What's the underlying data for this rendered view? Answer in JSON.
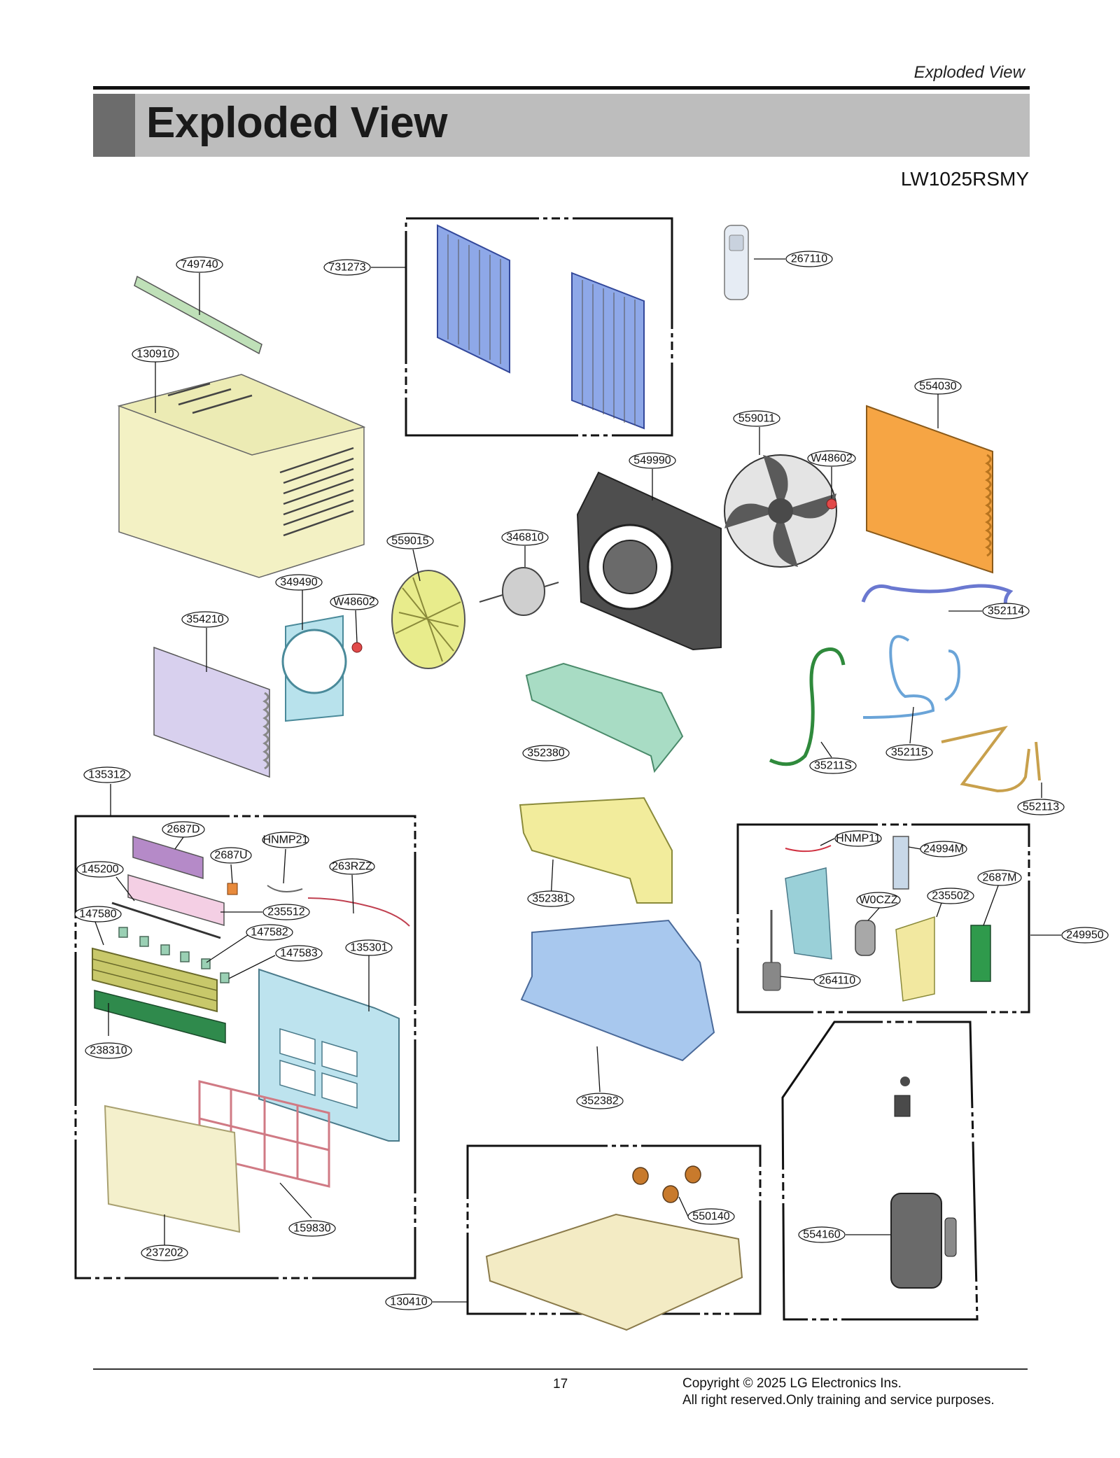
{
  "header": {
    "section_label": "Exploded View",
    "title": "Exploded View",
    "model": "LW1025RSMY"
  },
  "parts": [
    {
      "id": "749740",
      "color": "#bfe0b8"
    },
    {
      "id": "731273",
      "color": "#6f8fd6"
    },
    {
      "id": "267110",
      "color": "#e6ecf4"
    },
    {
      "id": "130910",
      "color": "#f3f1c4"
    },
    {
      "id": "554030",
      "color": "#f6a544"
    },
    {
      "id": "559011",
      "color": "#5a5a5a"
    },
    {
      "id": "W48602",
      "color": "#e14a4a"
    },
    {
      "id": "549990",
      "color": "#4a4a4a"
    },
    {
      "id": "559015",
      "color": "#e8ec8c"
    },
    {
      "id": "346810",
      "color": "#c8c8c8"
    },
    {
      "id": "349490",
      "color": "#9fd4e0"
    },
    {
      "id": "354210",
      "color": "#d8d0ee"
    },
    {
      "id": "352114",
      "color": "#8a95e0"
    },
    {
      "id": "352380",
      "color": "#a8dcc4"
    },
    {
      "id": "35211S",
      "color": "#3c9a4c"
    },
    {
      "id": "352115",
      "color": "#7cb4e4"
    },
    {
      "id": "552113",
      "color": "#e6c474"
    },
    {
      "id": "135312",
      "color": ""
    },
    {
      "id": "2687D",
      "color": "#b58ac8"
    },
    {
      "id": "2687U",
      "color": "#e88a3c"
    },
    {
      "id": "HNMP21",
      "color": "#888888"
    },
    {
      "id": "263RZZ",
      "color": "#d06070"
    },
    {
      "id": "145200",
      "color": "#f4cfe4"
    },
    {
      "id": "235512",
      "color": "#bbbbbb"
    },
    {
      "id": "147580",
      "color": "#c8c86a"
    },
    {
      "id": "147582",
      "color": "#9ad0b4"
    },
    {
      "id": "147583",
      "color": "#9ad0b4"
    },
    {
      "id": "135301",
      "color": "#bde3ee"
    },
    {
      "id": "238310",
      "color": "#2f8a4c"
    },
    {
      "id": "352381",
      "color": "#f2ec9c"
    },
    {
      "id": "352382",
      "color": "#a8c8ee"
    },
    {
      "id": "159830",
      "color": "#e8a4a8"
    },
    {
      "id": "237202",
      "color": "#f4f0cc"
    },
    {
      "id": "HNMP11",
      "color": "#d03040"
    },
    {
      "id": "24994M",
      "color": "#c8d8e8"
    },
    {
      "id": "2687M",
      "color": "#2f9a4c"
    },
    {
      "id": "W0CZZ",
      "color": "#9a9a9a"
    },
    {
      "id": "235502",
      "color": "#f2e8a0"
    },
    {
      "id": "249950",
      "color": ""
    },
    {
      "id": "264110",
      "color": "#9ad0d8"
    },
    {
      "id": "550140",
      "color": "#c87a2c"
    },
    {
      "id": "554160",
      "color": "#6a6a6a"
    },
    {
      "id": "130410",
      "color": "#f3ebc4"
    }
  ],
  "footer": {
    "page_number": "17",
    "copyright_line1": "Copyright © 2025 LG Electronics Ins.",
    "copyright_line2": "All right reserved.Only training and service purposes."
  }
}
